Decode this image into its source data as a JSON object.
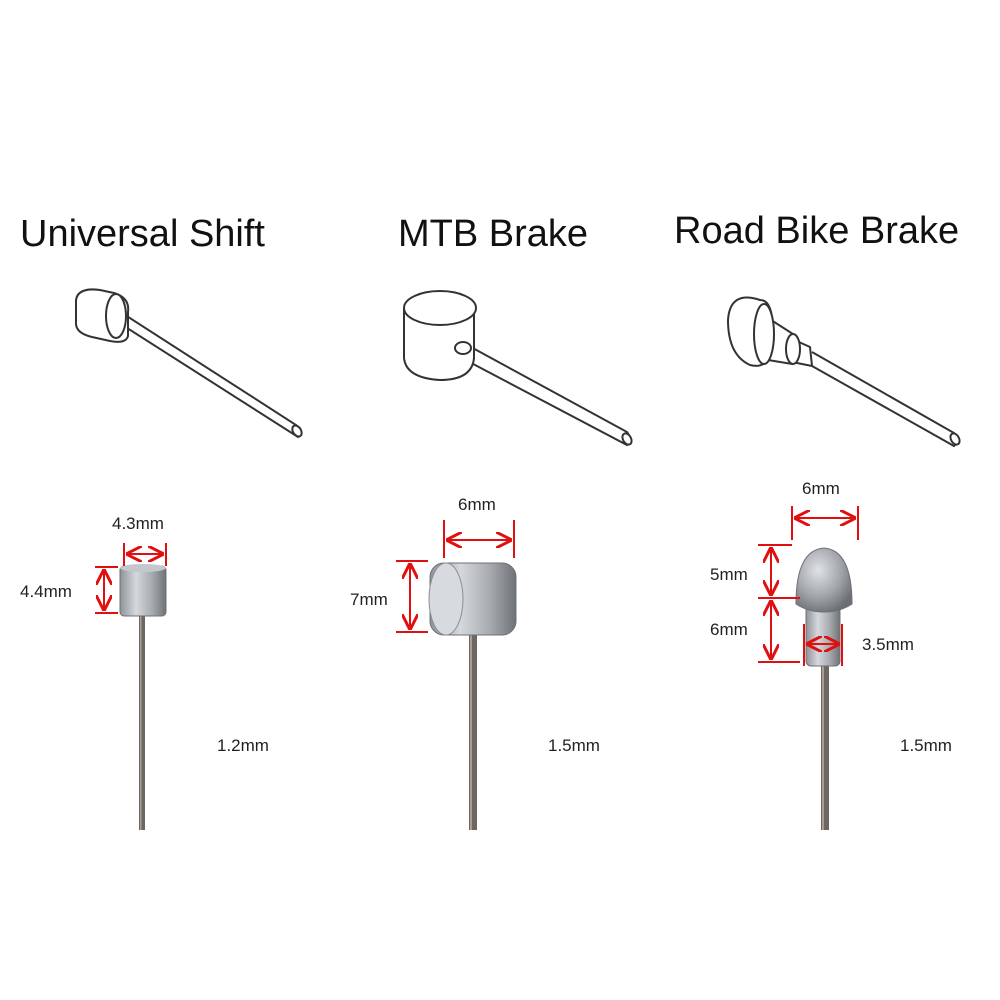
{
  "colors": {
    "outline": "#333333",
    "dimension_line": "#e01010",
    "metal_light": "#c9ccd0",
    "metal_dark": "#8a8d92",
    "cable": "#6e6660"
  },
  "columns": [
    {
      "title": "Universal Shift",
      "icon": "cylinder-cable-end-icon",
      "dimensions": {
        "head_width": "4.3mm",
        "head_height": "4.4mm",
        "cable": "1.2mm"
      }
    },
    {
      "title": "MTB Brake",
      "icon": "barrel-cable-end-icon",
      "dimensions": {
        "head_width": "6mm",
        "head_height": "7mm",
        "cable": "1.5mm"
      }
    },
    {
      "title": "Road Bike Brake",
      "icon": "pear-cable-end-icon",
      "dimensions": {
        "head_width": "6mm",
        "dome_height": "5mm",
        "neck_height": "6mm",
        "neck_width": "3.5mm",
        "cable": "1.5mm"
      }
    }
  ]
}
